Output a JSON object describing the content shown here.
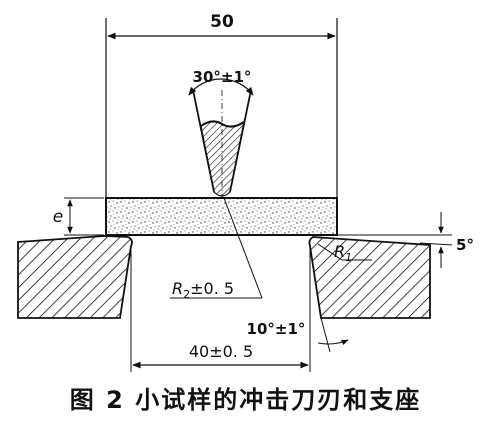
{
  "figure": {
    "dim_width": "50",
    "dim_angle_knife": "30°±1°",
    "dim_thickness": "e",
    "dim_angle_specimen": "5°",
    "label_r1": "R",
    "label_r1_sub": "1",
    "label_r2": "R",
    "label_r2_sub": "2",
    "label_r2_tol": "±0. 5",
    "dim_angle_support": "10°±1°",
    "dim_span": "40±0. 5"
  },
  "caption": "图 2  小试样的冲击刀刃和支座"
}
